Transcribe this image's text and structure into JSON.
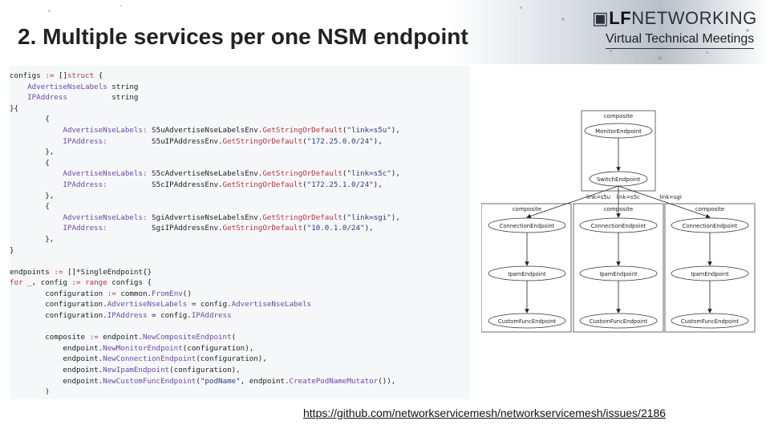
{
  "slide": {
    "title": "2. Multiple services per one NSM endpoint",
    "logo_main_bold": "LF",
    "logo_main_rest": "NETWORKING",
    "logo_sub": "Virtual Technical Meetings",
    "link": "https://github.com/networkservicemesh/networkservicemesh/issues/2186"
  },
  "code_lines": [
    [
      {
        "t": "configs "
      },
      {
        "t": ":= ",
        "c": "kw"
      },
      {
        "t": "[]"
      },
      {
        "t": "struct ",
        "c": "kw"
      },
      {
        "t": "{"
      }
    ],
    [
      {
        "t": "    "
      },
      {
        "t": "AdvertiseNseLabels",
        "c": "fn"
      },
      {
        "t": " string"
      }
    ],
    [
      {
        "t": "    "
      },
      {
        "t": "IPAddress",
        "c": "fn"
      },
      {
        "t": "          string"
      }
    ],
    [
      {
        "t": "}{"
      }
    ],
    [
      {
        "t": "        {"
      }
    ],
    [
      {
        "t": "            "
      },
      {
        "t": "AdvertiseNseLabels:",
        "c": "fn"
      },
      {
        "t": " S5uAdvertiseNseLabelsEnv."
      },
      {
        "t": "GetStringOrDefault",
        "c": "kw"
      },
      {
        "t": "("
      },
      {
        "t": "\"link=s5u\"",
        "c": "st"
      },
      {
        "t": "),"
      }
    ],
    [
      {
        "t": "            "
      },
      {
        "t": "IPAddress:",
        "c": "fn"
      },
      {
        "t": "          S5uIPAddressEnv."
      },
      {
        "t": "GetStringOrDefault",
        "c": "kw"
      },
      {
        "t": "("
      },
      {
        "t": "\"172.25.0.0/24\"",
        "c": "st"
      },
      {
        "t": "),"
      }
    ],
    [
      {
        "t": "        },"
      }
    ],
    [
      {
        "t": "        {"
      }
    ],
    [
      {
        "t": "            "
      },
      {
        "t": "AdvertiseNseLabels:",
        "c": "fn"
      },
      {
        "t": " S5cAdvertiseNseLabelsEnv."
      },
      {
        "t": "GetStringOrDefault",
        "c": "kw"
      },
      {
        "t": "("
      },
      {
        "t": "\"link=s5c\"",
        "c": "st"
      },
      {
        "t": "),"
      }
    ],
    [
      {
        "t": "            "
      },
      {
        "t": "IPAddress:",
        "c": "fn"
      },
      {
        "t": "          S5cIPAddressEnv."
      },
      {
        "t": "GetStringOrDefault",
        "c": "kw"
      },
      {
        "t": "("
      },
      {
        "t": "\"172.25.1.0/24\"",
        "c": "st"
      },
      {
        "t": "),"
      }
    ],
    [
      {
        "t": "        },"
      }
    ],
    [
      {
        "t": "        {"
      }
    ],
    [
      {
        "t": "            "
      },
      {
        "t": "AdvertiseNseLabels:",
        "c": "fn"
      },
      {
        "t": " SgiAdvertiseNseLabelsEnv."
      },
      {
        "t": "GetStringOrDefault",
        "c": "kw"
      },
      {
        "t": "("
      },
      {
        "t": "\"link=sgi\"",
        "c": "st"
      },
      {
        "t": "),"
      }
    ],
    [
      {
        "t": "            "
      },
      {
        "t": "IPAddress:",
        "c": "fn"
      },
      {
        "t": "          SgiIPAddressEnv."
      },
      {
        "t": "GetStringOrDefault",
        "c": "kw"
      },
      {
        "t": "("
      },
      {
        "t": "\"10.0.1.0/24\"",
        "c": "st"
      },
      {
        "t": "),"
      }
    ],
    [
      {
        "t": "        },"
      }
    ],
    [
      {
        "t": "}"
      }
    ],
    [
      {
        "t": ""
      }
    ],
    [
      {
        "t": "endpoints "
      },
      {
        "t": ":= ",
        "c": "kw"
      },
      {
        "t": "[]*SingleEndpoint{}"
      }
    ],
    [
      {
        "t": "for ",
        "c": "kw"
      },
      {
        "t": "_, config "
      },
      {
        "t": ":= range ",
        "c": "kw"
      },
      {
        "t": "configs {"
      }
    ],
    [
      {
        "t": "        configuration "
      },
      {
        "t": ":= ",
        "c": "kw"
      },
      {
        "t": "common."
      },
      {
        "t": "FromEnv",
        "c": "fn"
      },
      {
        "t": "()"
      }
    ],
    [
      {
        "t": "        configuration."
      },
      {
        "t": "AdvertiseNseLabels",
        "c": "fn"
      },
      {
        "t": " = config."
      },
      {
        "t": "AdvertiseNseLabels",
        "c": "fn"
      }
    ],
    [
      {
        "t": "        configuration."
      },
      {
        "t": "IPAddress",
        "c": "fn"
      },
      {
        "t": " = config."
      },
      {
        "t": "IPAddress",
        "c": "fn"
      }
    ],
    [
      {
        "t": ""
      }
    ],
    [
      {
        "t": "        composite "
      },
      {
        "t": ":= ",
        "c": "kw"
      },
      {
        "t": "endpoint."
      },
      {
        "t": "NewCompositeEndpoint",
        "c": "fn"
      },
      {
        "t": "("
      }
    ],
    [
      {
        "t": "            endpoint."
      },
      {
        "t": "NewMonitorEndpoint",
        "c": "fn"
      },
      {
        "t": "(configuration),"
      }
    ],
    [
      {
        "t": "            endpoint."
      },
      {
        "t": "NewConnectionEndpoint",
        "c": "fn"
      },
      {
        "t": "(configuration),"
      }
    ],
    [
      {
        "t": "            endpoint."
      },
      {
        "t": "NewIpamEndpoint",
        "c": "fn"
      },
      {
        "t": "(configuration),"
      }
    ],
    [
      {
        "t": "            endpoint."
      },
      {
        "t": "NewCustomFuncEndpoint",
        "c": "fn"
      },
      {
        "t": "("
      },
      {
        "t": "\"podName\"",
        "c": "st"
      },
      {
        "t": ", endpoint."
      },
      {
        "t": "CreatePodNameMutator",
        "c": "fn"
      },
      {
        "t": "()),"
      }
    ],
    [
      {
        "t": "        )"
      }
    ]
  ],
  "diagram": {
    "top_cluster_label": "composite",
    "monitor_node": "MonitorEndpoint",
    "switch_node": "SwitchEndpoint",
    "edge_labels": [
      "link=s5u",
      "link=s5c",
      "link=sgi"
    ],
    "branches": [
      {
        "cluster_label": "composite",
        "nodes": [
          "ConnectionEndpoint",
          "IpamEndpoint",
          "CustomFuncEndpoint"
        ]
      },
      {
        "cluster_label": "composite",
        "nodes": [
          "ConnectionEndpoint",
          "IpamEndpoint",
          "CustomFuncEndpoint"
        ]
      },
      {
        "cluster_label": "composite",
        "nodes": [
          "ConnectionEndpoint",
          "IpamEndpoint",
          "CustomFuncEndpoint"
        ]
      }
    ]
  }
}
